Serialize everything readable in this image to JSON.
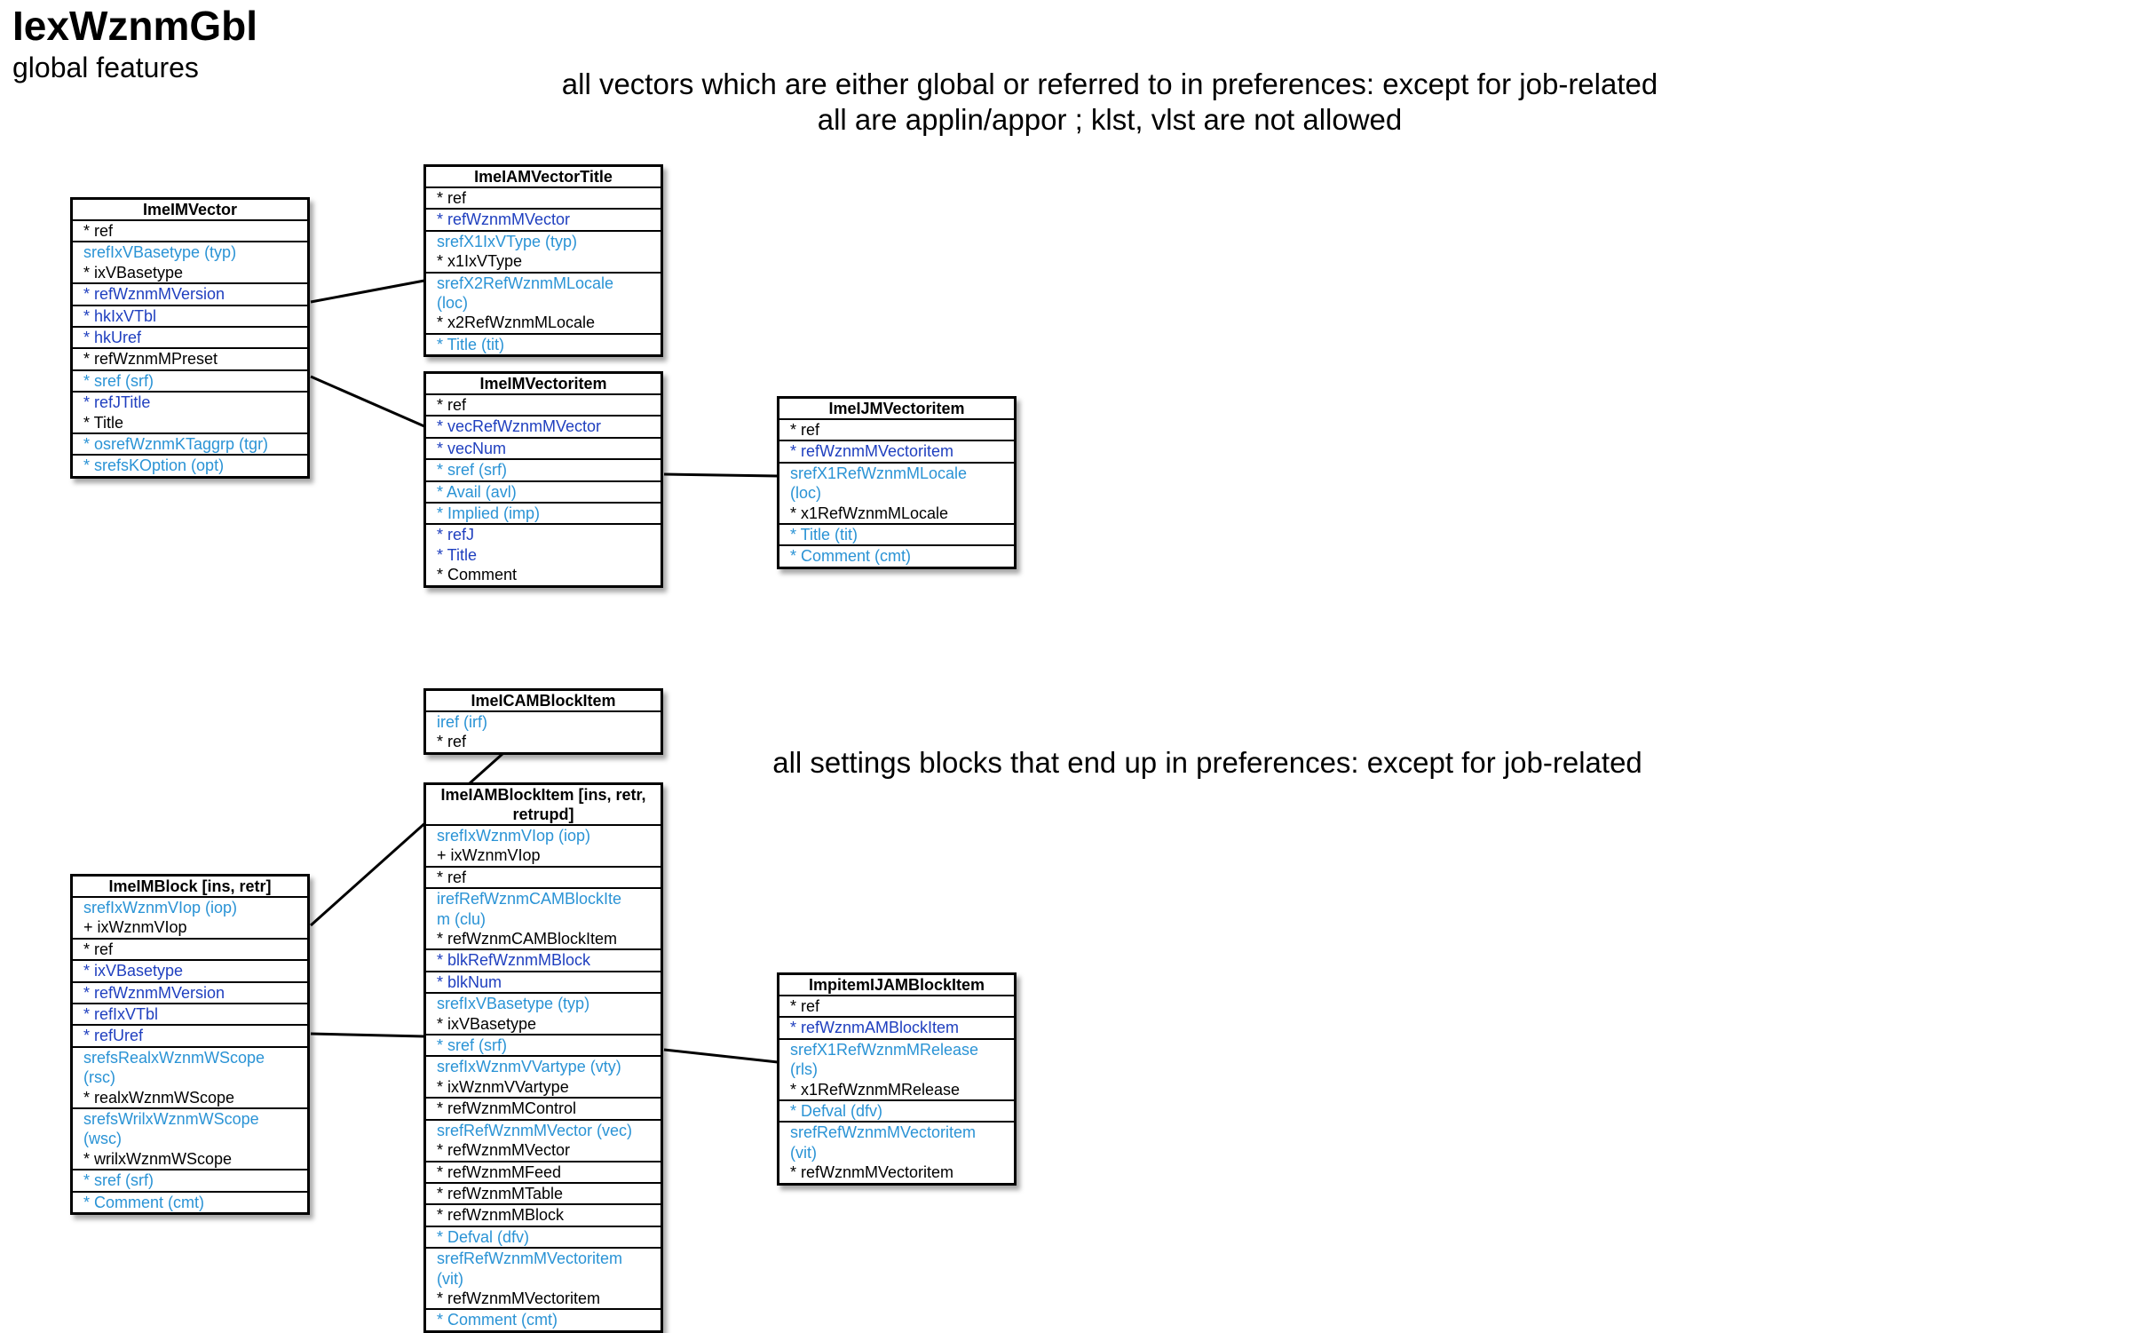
{
  "header": {
    "title": "IexWznmGbl",
    "subtitle": "global features"
  },
  "notes": {
    "vectors_line1": "all vectors which are either global or referred to in preferences: except for job-related",
    "vectors_line2": "all are applin/appor ; klst, vlst are not allowed",
    "blocks": "all settings blocks that end up in preferences: except for job-related"
  },
  "colors": {
    "black": "#000000",
    "navy": "#1f3fbf",
    "sky": "#2a93d5"
  },
  "entities": {
    "e1": {
      "title": "ImeIMVector",
      "rows": [
        {
          "lines": [
            "* ref"
          ],
          "color": "black"
        },
        {
          "lines": [
            "srefIxVBasetype (typ)",
            "* ixVBasetype"
          ],
          "color": "sky",
          "color2": "black"
        },
        {
          "lines": [
            "* refWznmMVersion"
          ],
          "color": "navy"
        },
        {
          "lines": [
            "* hkIxVTbl"
          ],
          "color": "navy"
        },
        {
          "lines": [
            "* hkUref"
          ],
          "color": "navy"
        },
        {
          "lines": [
            "* refWznmMPreset"
          ],
          "color": "black"
        },
        {
          "lines": [
            "* sref (srf)"
          ],
          "color": "sky"
        },
        {
          "lines": [
            "* refJTitle",
            "* Title"
          ],
          "color": "navy",
          "color2": "black"
        },
        {
          "lines": [
            "* osrefWznmKTaggrp (tgr)"
          ],
          "color": "sky"
        },
        {
          "lines": [
            "* srefsKOption (opt)"
          ],
          "color": "sky"
        }
      ]
    },
    "e2": {
      "title": "ImeIAMVectorTitle",
      "rows": [
        {
          "lines": [
            "* ref"
          ],
          "color": "black"
        },
        {
          "lines": [
            "* refWznmMVector"
          ],
          "color": "navy"
        },
        {
          "lines": [
            "srefX1IxVType (typ)",
            "* x1IxVType"
          ],
          "color": "sky",
          "color2": "black"
        },
        {
          "lines": [
            "srefX2RefWznmMLocale",
            "(loc)",
            "* x2RefWznmMLocale"
          ],
          "color": "sky",
          "color2": "black"
        },
        {
          "lines": [
            "* Title (tit)"
          ],
          "color": "sky"
        }
      ]
    },
    "e3": {
      "title": "ImeIMVectoritem",
      "rows": [
        {
          "lines": [
            "* ref"
          ],
          "color": "black"
        },
        {
          "lines": [
            "* vecRefWznmMVector"
          ],
          "color": "navy"
        },
        {
          "lines": [
            "* vecNum"
          ],
          "color": "navy"
        },
        {
          "lines": [
            "* sref (srf)"
          ],
          "color": "sky"
        },
        {
          "lines": [
            "* Avail (avl)"
          ],
          "color": "sky"
        },
        {
          "lines": [
            "* Implied (imp)"
          ],
          "color": "sky"
        },
        {
          "lines": [
            "* refJ",
            "* Title",
            "* Comment"
          ],
          "color": "navy",
          "color2": "black"
        }
      ]
    },
    "e4": {
      "title": "ImeIJMVectoritem",
      "rows": [
        {
          "lines": [
            "* ref"
          ],
          "color": "black"
        },
        {
          "lines": [
            "* refWznmMVectoritem"
          ],
          "color": "navy"
        },
        {
          "lines": [
            "srefX1RefWznmMLocale",
            "(loc)",
            "* x1RefWznmMLocale"
          ],
          "color": "sky",
          "color2": "black"
        },
        {
          "lines": [
            "* Title (tit)"
          ],
          "color": "sky"
        },
        {
          "lines": [
            "* Comment (cmt)"
          ],
          "color": "sky"
        }
      ]
    },
    "e5": {
      "title": "ImeICAMBlockItem",
      "rows": [
        {
          "lines": [
            "iref (irf)",
            "* ref"
          ],
          "color": "sky",
          "color2": "black"
        }
      ]
    },
    "e6": {
      "title": "ImeIMBlock [ins, retr]",
      "rows": [
        {
          "lines": [
            "srefIxWznmVIop (iop)",
            "+ ixWznmVIop"
          ],
          "color": "sky",
          "color2": "black"
        },
        {
          "lines": [
            "* ref"
          ],
          "color": "black"
        },
        {
          "lines": [
            "* ixVBasetype"
          ],
          "color": "navy"
        },
        {
          "lines": [
            "* refWznmMVersion"
          ],
          "color": "navy"
        },
        {
          "lines": [
            "* refIxVTbl"
          ],
          "color": "navy"
        },
        {
          "lines": [
            "* refUref"
          ],
          "color": "navy"
        },
        {
          "lines": [
            "srefsRealxWznmWScope",
            "(rsc)",
            "* realxWznmWScope"
          ],
          "color": "sky",
          "color2": "black"
        },
        {
          "lines": [
            "srefsWrilxWznmWScope",
            "(wsc)",
            "* wrilxWznmWScope"
          ],
          "color": "sky",
          "color2": "black"
        },
        {
          "lines": [
            "* sref (srf)"
          ],
          "color": "sky"
        },
        {
          "lines": [
            "* Comment (cmt)"
          ],
          "color": "sky"
        }
      ]
    },
    "e7": {
      "title": "ImeIAMBlockItem [ins, retr, retrupd]",
      "rows": [
        {
          "lines": [
            "srefIxWznmVIop (iop)",
            "+ ixWznmVIop"
          ],
          "color": "sky",
          "color2": "black"
        },
        {
          "lines": [
            "* ref"
          ],
          "color": "black"
        },
        {
          "lines": [
            "irefRefWznmCAMBlockIte",
            "m (clu)",
            "* refWznmCAMBlockItem"
          ],
          "color": "sky",
          "color2": "black"
        },
        {
          "lines": [
            "* blkRefWznmMBlock"
          ],
          "color": "navy"
        },
        {
          "lines": [
            "* blkNum"
          ],
          "color": "navy"
        },
        {
          "lines": [
            "srefIxVBasetype (typ)",
            "* ixVBasetype"
          ],
          "color": "sky",
          "color2": "black"
        },
        {
          "lines": [
            "* sref (srf)"
          ],
          "color": "sky"
        },
        {
          "lines": [
            "srefIxWznmVVartype (vty)",
            "* ixWznmVVartype"
          ],
          "color": "sky",
          "color2": "black"
        },
        {
          "lines": [
            "* refWznmMControl"
          ],
          "color": "black"
        },
        {
          "lines": [
            "srefRefWznmMVector (vec)",
            "* refWznmMVector"
          ],
          "color": "sky",
          "color2": "black"
        },
        {
          "lines": [
            "* refWznmMFeed"
          ],
          "color": "black"
        },
        {
          "lines": [
            "* refWznmMTable"
          ],
          "color": "black"
        },
        {
          "lines": [
            "* refWznmMBlock"
          ],
          "color": "black"
        },
        {
          "lines": [
            "* Defval (dfv)"
          ],
          "color": "sky"
        },
        {
          "lines": [
            "srefRefWznmMVectoritem",
            "(vit)",
            "* refWznmMVectoritem"
          ],
          "color": "sky",
          "color2": "black"
        },
        {
          "lines": [
            "* Comment (cmt)"
          ],
          "color": "sky"
        }
      ]
    },
    "e8": {
      "title": "ImpitemIJAMBlockItem",
      "rows": [
        {
          "lines": [
            "* ref"
          ],
          "color": "black"
        },
        {
          "lines": [
            "* refWznmAMBlockItem"
          ],
          "color": "navy"
        },
        {
          "lines": [
            "srefX1RefWznmMRelease",
            "(rls)",
            "* x1RefWznmMRelease"
          ],
          "color": "sky",
          "color2": "black"
        },
        {
          "lines": [
            "* Defval (dfv)"
          ],
          "color": "sky"
        },
        {
          "lines": [
            "srefRefWznmMVectoritem",
            "(vit)",
            "* refWznmMVectoritem"
          ],
          "color": "sky",
          "color2": "black"
        }
      ]
    }
  }
}
